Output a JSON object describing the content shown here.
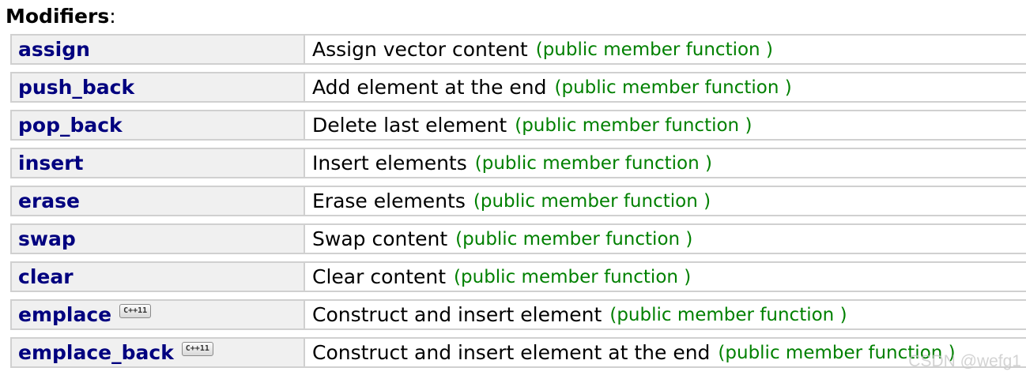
{
  "heading": {
    "bold": "Modifiers",
    "suffix": ":"
  },
  "rows": [
    {
      "name": "assign",
      "desc": "Assign vector content",
      "kind": "(public member function )"
    },
    {
      "name": "push_back",
      "desc": "Add element at the end",
      "kind": "(public member function )"
    },
    {
      "name": "pop_back",
      "desc": "Delete last element",
      "kind": "(public member function )"
    },
    {
      "name": "insert",
      "desc": "Insert elements",
      "kind": "(public member function )"
    },
    {
      "name": "erase",
      "desc": "Erase elements",
      "kind": "(public member function )"
    },
    {
      "name": "swap",
      "desc": "Swap content",
      "kind": "(public member function )"
    },
    {
      "name": "clear",
      "desc": "Clear content",
      "kind": "(public member function )"
    },
    {
      "name": "emplace",
      "badge": "C++11",
      "desc": "Construct and insert element",
      "kind": "(public member function )"
    },
    {
      "name": "emplace_back",
      "badge": "C++11",
      "desc": "Construct and insert element at the end",
      "kind": "(public member function )"
    }
  ],
  "watermark": "CSDN @wefg1"
}
